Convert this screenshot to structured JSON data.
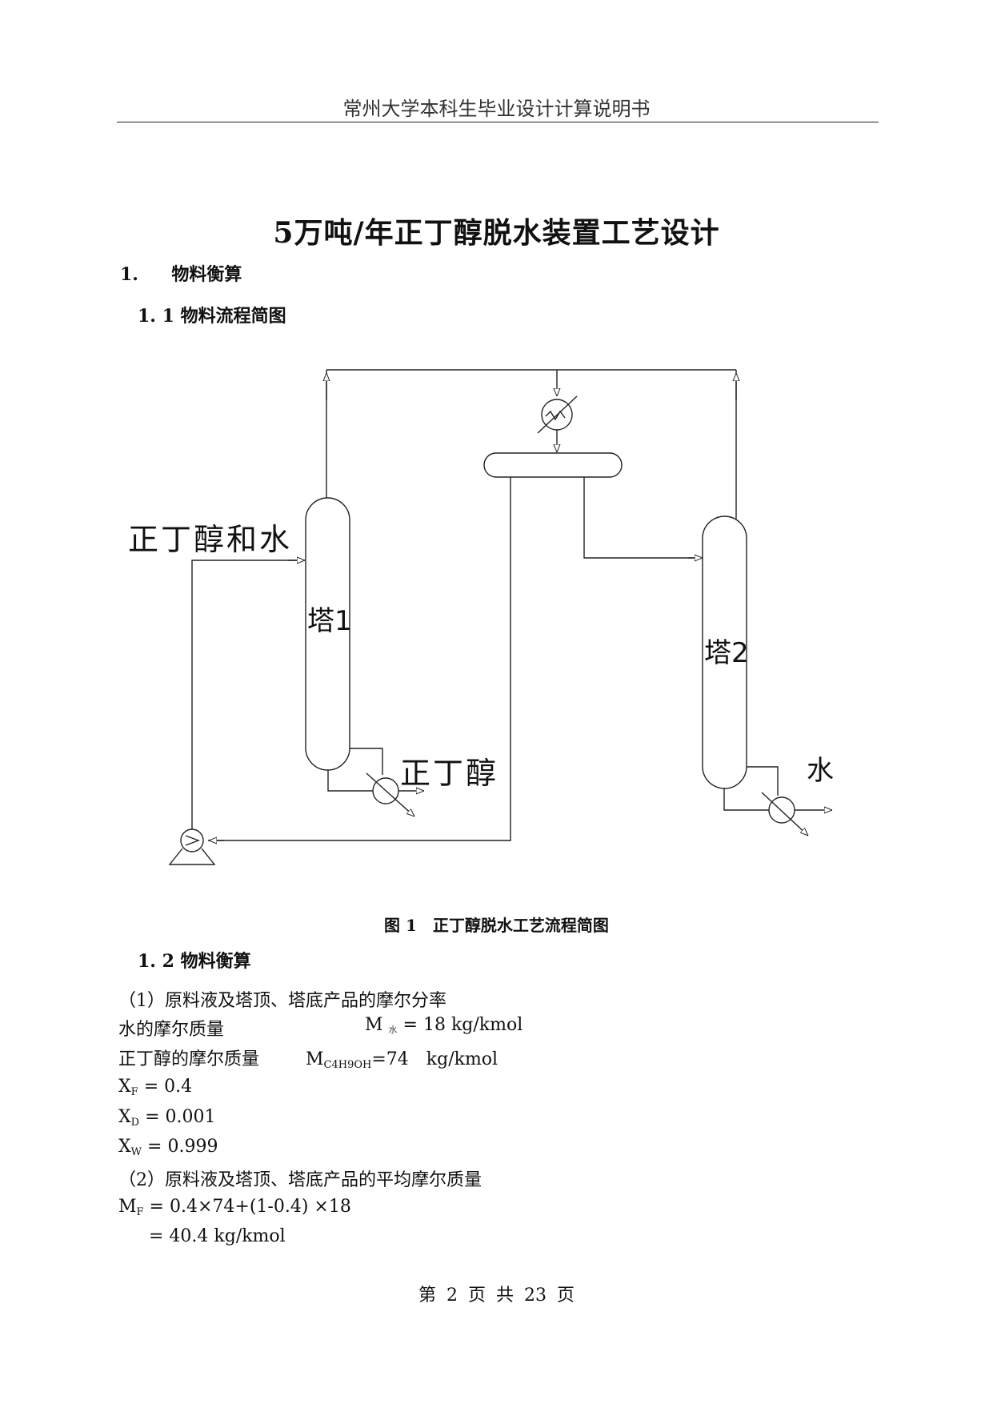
{
  "header": {
    "text": "常州大学本科生毕业设计计算说明书"
  },
  "title": "5万吨/年正丁醇脱水装置工艺设计",
  "section1": {
    "number": "1.",
    "title": "物料衡算"
  },
  "section1_1": {
    "title": "1. 1 物料流程简图"
  },
  "figure": {
    "labels": {
      "feed": "正丁醇和水",
      "tower1": "塔1",
      "tower2": "塔2",
      "butanol": "正丁醇",
      "water": "水"
    },
    "caption": "图 1　正丁醇脱水工艺流程简图"
  },
  "section1_2": {
    "title": "1. 2 物料衡算"
  },
  "para1": {
    "heading": "（1）原料液及塔顶、塔底产品的摩尔分率",
    "water_mw_label": "水的摩尔质量",
    "water_mw_symbol": "M",
    "water_mw_sub": "水",
    "water_mw_value": "= 18 kg/kmol",
    "butanol_mw_label": "正丁醇的摩尔质量",
    "butanol_mw_symbol": "M",
    "butanol_mw_sub": "C4H9OH",
    "butanol_mw_value": "=74　kg/kmol",
    "xf_symbol": "X",
    "xf_sub": "F",
    "xf_value": " = 0.4",
    "xd_symbol": "X",
    "xd_sub": "D",
    "xd_value": " = 0.001",
    "xw_symbol": "X",
    "xw_sub": "W",
    "xw_value": " = 0.999"
  },
  "para2": {
    "heading": "（2）原料液及塔顶、塔底产品的平均摩尔质量",
    "mf_symbol": "M",
    "mf_sub": "F",
    "mf_expr": " = 0.4×74+(1-0.4) ×18",
    "mf_result": "= 40.4 kg/kmol"
  },
  "footer": {
    "text": "第 2 页 共 23 页"
  }
}
